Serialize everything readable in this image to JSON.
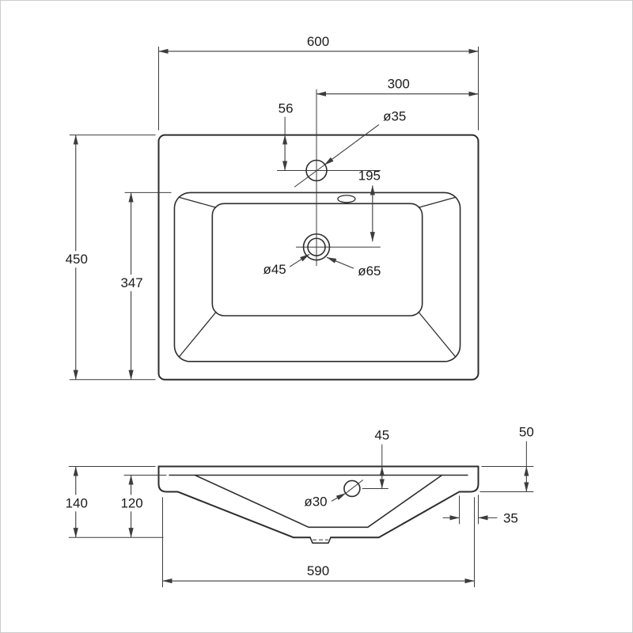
{
  "style": {
    "line_color": "#2d2d2d",
    "background_color": "#ffffff"
  },
  "top_view": {
    "overall_width": "600",
    "faucet_from_right": "300",
    "faucet_from_back": "56",
    "faucet_hole_diameter": "ø35",
    "faucet_to_drain": "195",
    "overall_depth": "450",
    "rim_to_front": "347",
    "drain_inner_diameter": "ø45",
    "drain_outer_diameter": "ø65"
  },
  "front_view": {
    "overflow_from_top": "45",
    "edge_height": "50",
    "overall_height": "140",
    "body_height": "120",
    "overflow_diameter": "ø30",
    "wall_offset": "35",
    "base_width": "590"
  }
}
